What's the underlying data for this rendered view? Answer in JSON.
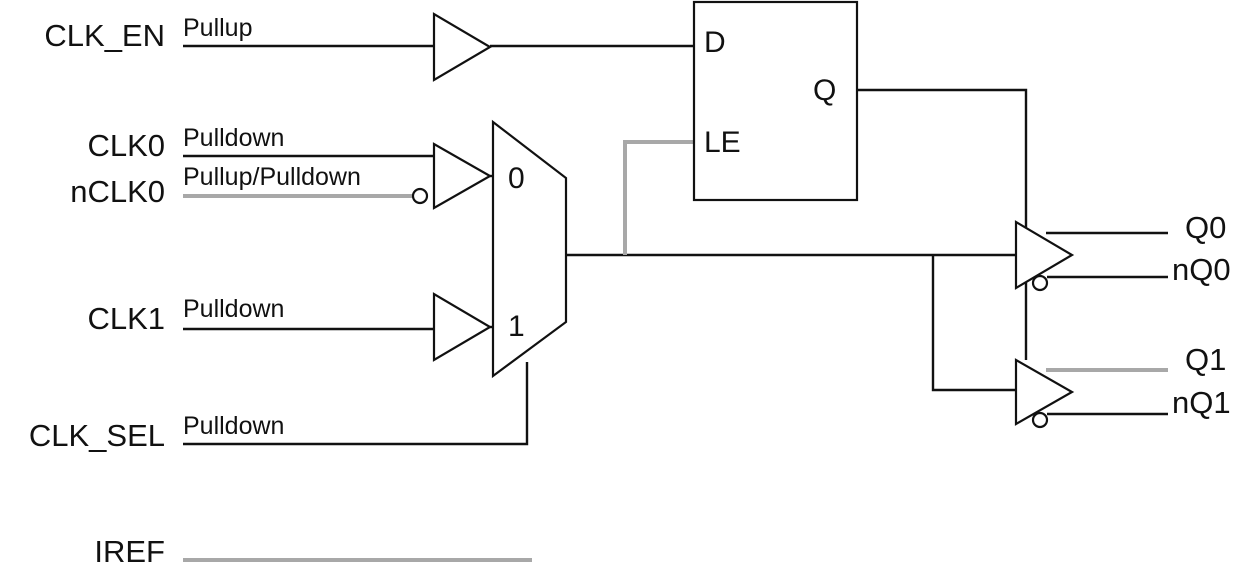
{
  "inputs": {
    "clk_en": {
      "name": "CLK_EN",
      "resistor": "Pullup"
    },
    "clk0": {
      "name": "CLK0",
      "resistor": "Pulldown"
    },
    "nclk0": {
      "name": "nCLK0",
      "resistor": "Pullup/Pulldown"
    },
    "clk1": {
      "name": "CLK1",
      "resistor": "Pulldown"
    },
    "clk_sel": {
      "name": "CLK_SEL",
      "resistor": "Pulldown"
    },
    "iref": {
      "name": "IREF"
    }
  },
  "latch": {
    "d": "D",
    "q": "Q",
    "le": "LE"
  },
  "mux": {
    "in0": "0",
    "in1": "1"
  },
  "outputs": {
    "q0": "Q0",
    "nq0": "nQ0",
    "q1": "Q1",
    "nq1": "nQ1"
  }
}
